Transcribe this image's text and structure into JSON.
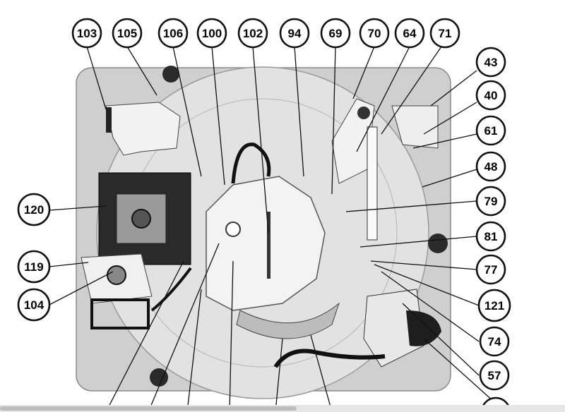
{
  "colors": {
    "plate": "#cfcfcf",
    "platter": "#e4e4e4",
    "parts_dark": "#1a1a1a",
    "parts_light": "#f4f4f4",
    "bubble_stroke": "#111111"
  },
  "callouts": {
    "c103": "103",
    "c105": "105",
    "c106": "106",
    "c100": "100",
    "c102": "102",
    "c94": "94",
    "c69": "69",
    "c70": "70",
    "c64": "64",
    "c71": "71",
    "c43": "43",
    "c40": "40",
    "c61": "61",
    "c48": "48",
    "c79": "79",
    "c81": "81",
    "c77": "77",
    "c121": "121",
    "c74": "74",
    "c57": "57",
    "c120": "120",
    "c119": "119",
    "c104": "104"
  }
}
